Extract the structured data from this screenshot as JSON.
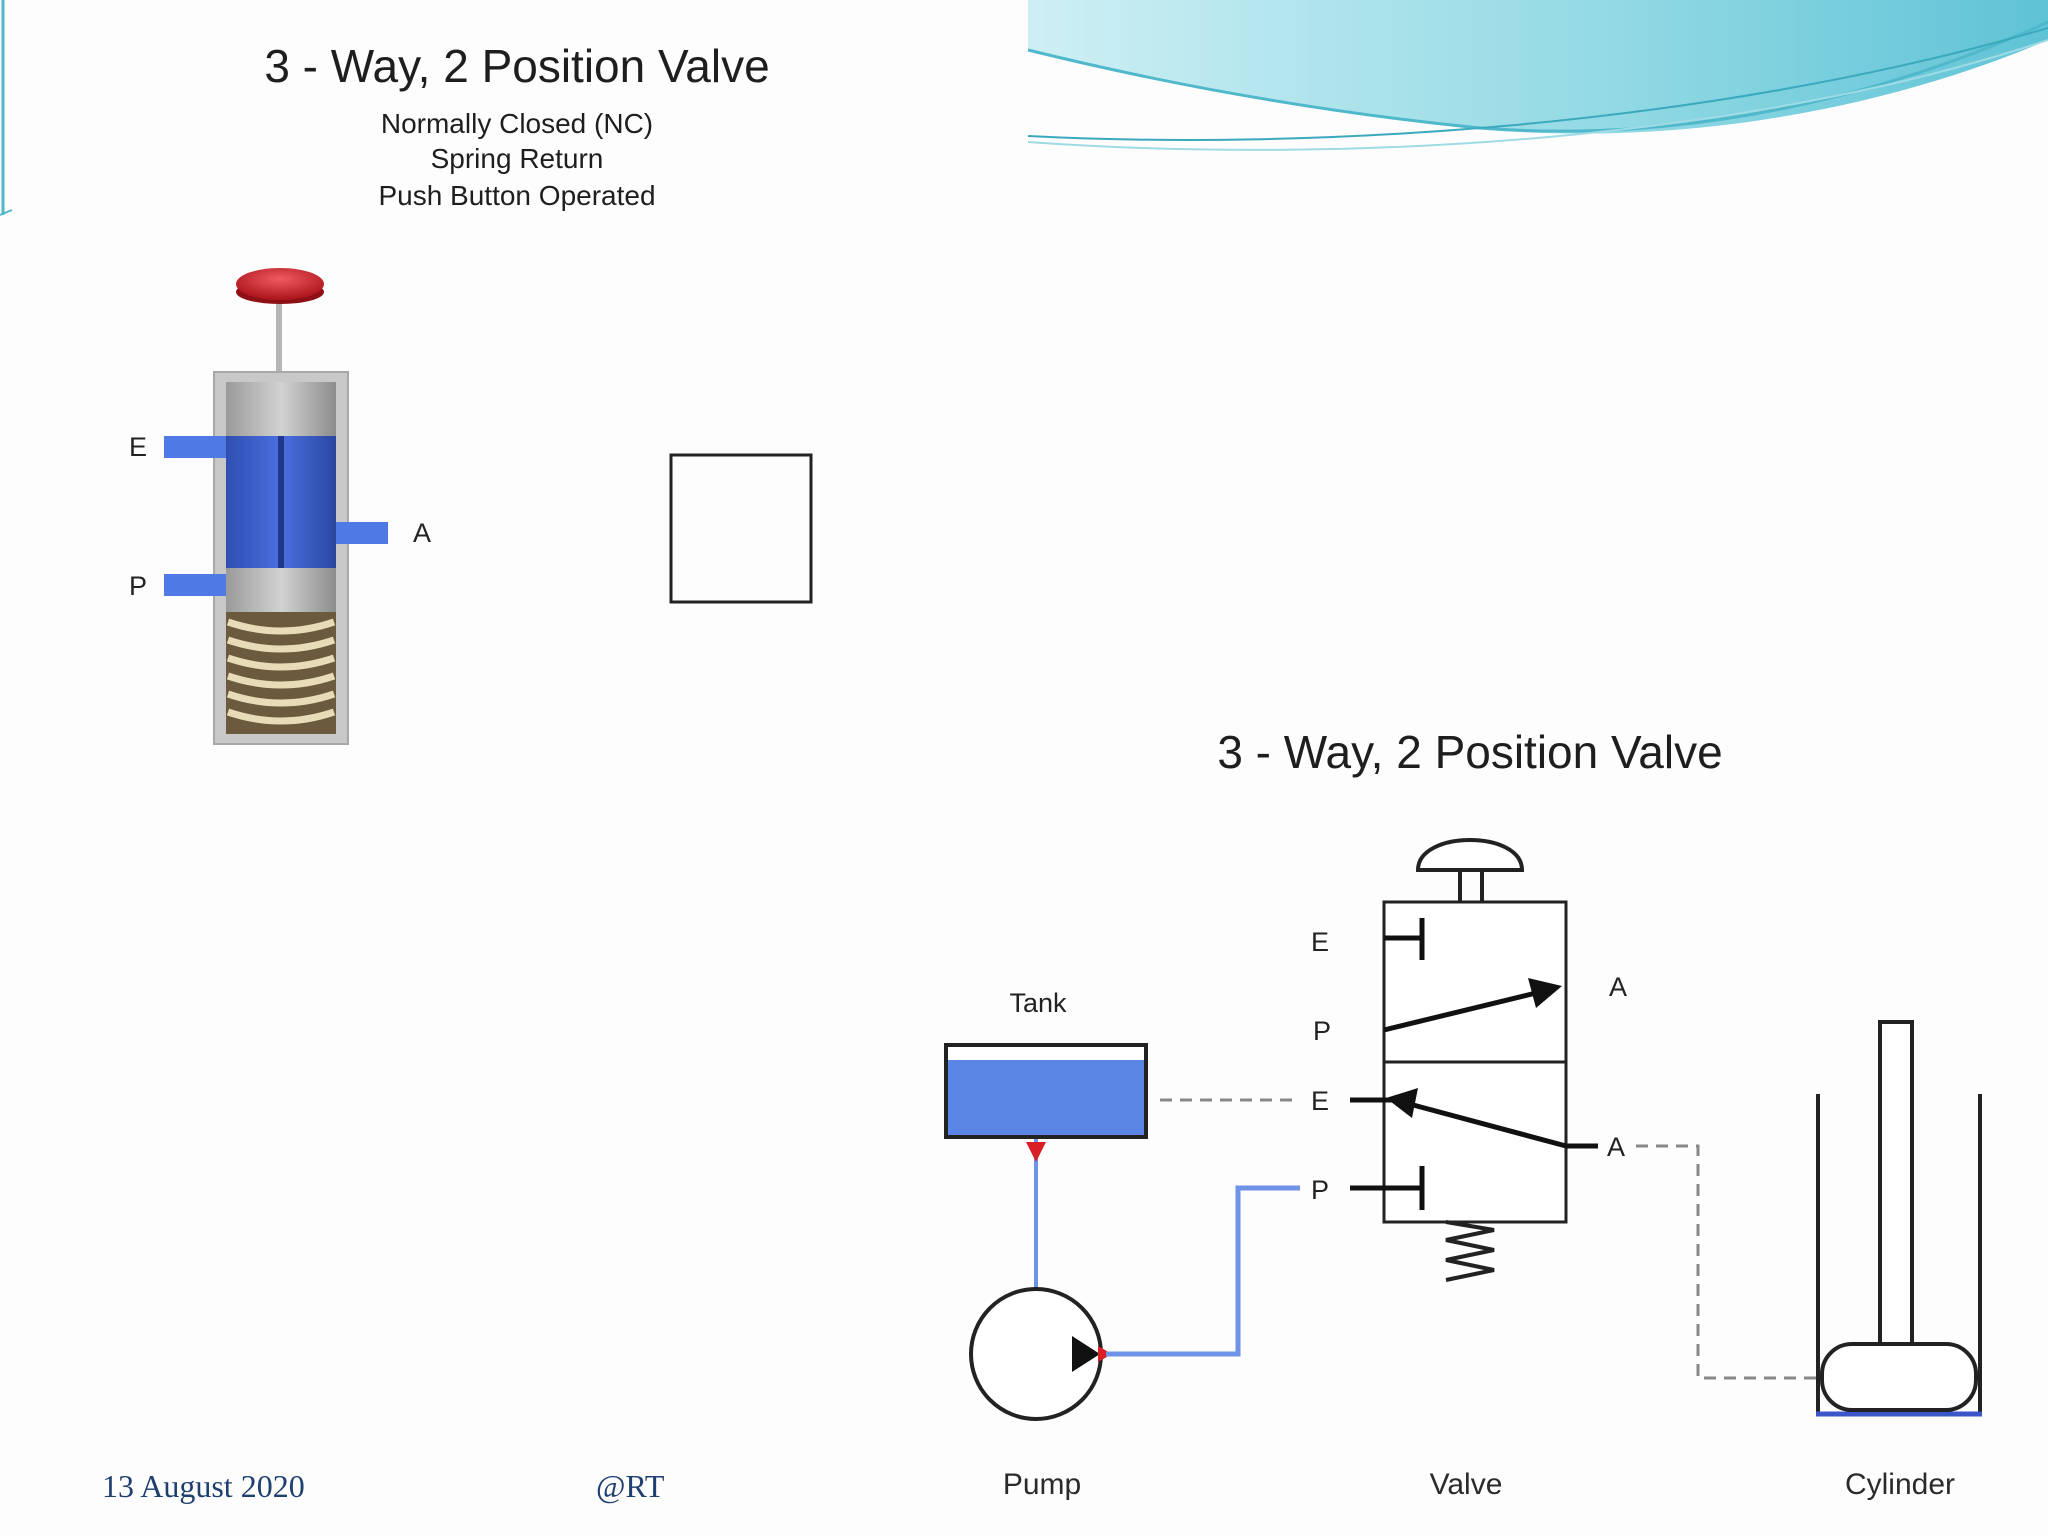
{
  "slide": {
    "footer": {
      "date": "13 August 2020",
      "author": "@RT"
    },
    "colors": {
      "wave_primary": "#7fd3df",
      "wave_light": "#c6eef3",
      "fluid_blue": "#5b86e5",
      "button_red": "#d2262f",
      "footer_text": "#1f3f6f"
    }
  },
  "cutaway_figure": {
    "title": "3 - Way, 2 Position Valve",
    "subtitle_lines": [
      "Normally Closed (NC)",
      "Spring Return",
      "Push Button Operated"
    ],
    "ports": {
      "exhaust": "E",
      "work": "A",
      "pressure": "P"
    }
  },
  "schematic_figure": {
    "title": "3 - Way, 2 Position Valve",
    "upper_ports": {
      "exhaust": "E",
      "pressure": "P",
      "work": "A"
    },
    "lower_ports": {
      "exhaust": "E",
      "pressure": "P",
      "work": "A"
    },
    "tank_label": "Tank",
    "component_labels": {
      "pump": "Pump",
      "valve": "Valve",
      "cylinder": "Cylinder"
    }
  }
}
